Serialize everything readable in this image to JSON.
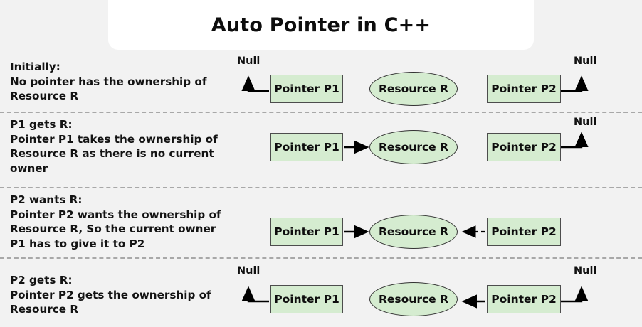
{
  "header": {
    "title": "Auto Pointer in C++"
  },
  "colors": {
    "page_background": "#f2f2f2",
    "title_background": "#ffffff",
    "node_fill": "#d5ecd0",
    "node_border": "#4d4d4d",
    "divider": "#a8a8a8",
    "arrow": "#000000",
    "text": "#111111"
  },
  "labels": {
    "pointer_p1": "Pointer P1",
    "pointer_p2": "Pointer P2",
    "resource_r": "Resource R",
    "null": "Null"
  },
  "rows": [
    {
      "id": "initially",
      "lead": "Initially:",
      "body": "No pointer has the ownership of Resource R",
      "p1_label": "Pointer P1",
      "p2_label": "Pointer P2",
      "resource_label": "Resource R",
      "p1_null_label": "Null",
      "p2_null_label": "Null",
      "p1_target": "null",
      "p2_target": "null",
      "p1_arrow_style": "solid",
      "p2_arrow_style": "solid"
    },
    {
      "id": "p1-gets-r",
      "lead": "P1 gets R:",
      "body": "Pointer P1 takes the ownership of Resource R as there is no current owner",
      "p1_label": "Pointer P1",
      "p2_label": "Pointer P2",
      "resource_label": "Resource R",
      "p1_null_label": "",
      "p2_null_label": "Null",
      "p1_target": "resource",
      "p2_target": "null",
      "p1_arrow_style": "solid",
      "p2_arrow_style": "solid"
    },
    {
      "id": "p2-wants-r",
      "lead": "P2 wants R:",
      "body": "Pointer P2 wants the ownership of Resource R, So the current owner P1 has to give it to P2",
      "p1_label": "Pointer P1",
      "p2_label": "Pointer P2",
      "resource_label": "Resource R",
      "p1_null_label": "",
      "p2_null_label": "",
      "p1_target": "resource",
      "p2_target": "resource",
      "p1_arrow_style": "solid",
      "p2_arrow_style": "dashed"
    },
    {
      "id": "p2-gets-r",
      "lead": "P2 gets R:",
      "body": "Pointer P2 gets the ownership of Resource R",
      "p1_label": "Pointer P1",
      "p2_label": "Pointer P2",
      "resource_label": "Resource R",
      "p1_null_label": "Null",
      "p2_null_label": "Null",
      "p1_target": "null",
      "p2_target": "resource",
      "p1_arrow_style": "solid",
      "p2_arrow_style": "solid"
    }
  ]
}
